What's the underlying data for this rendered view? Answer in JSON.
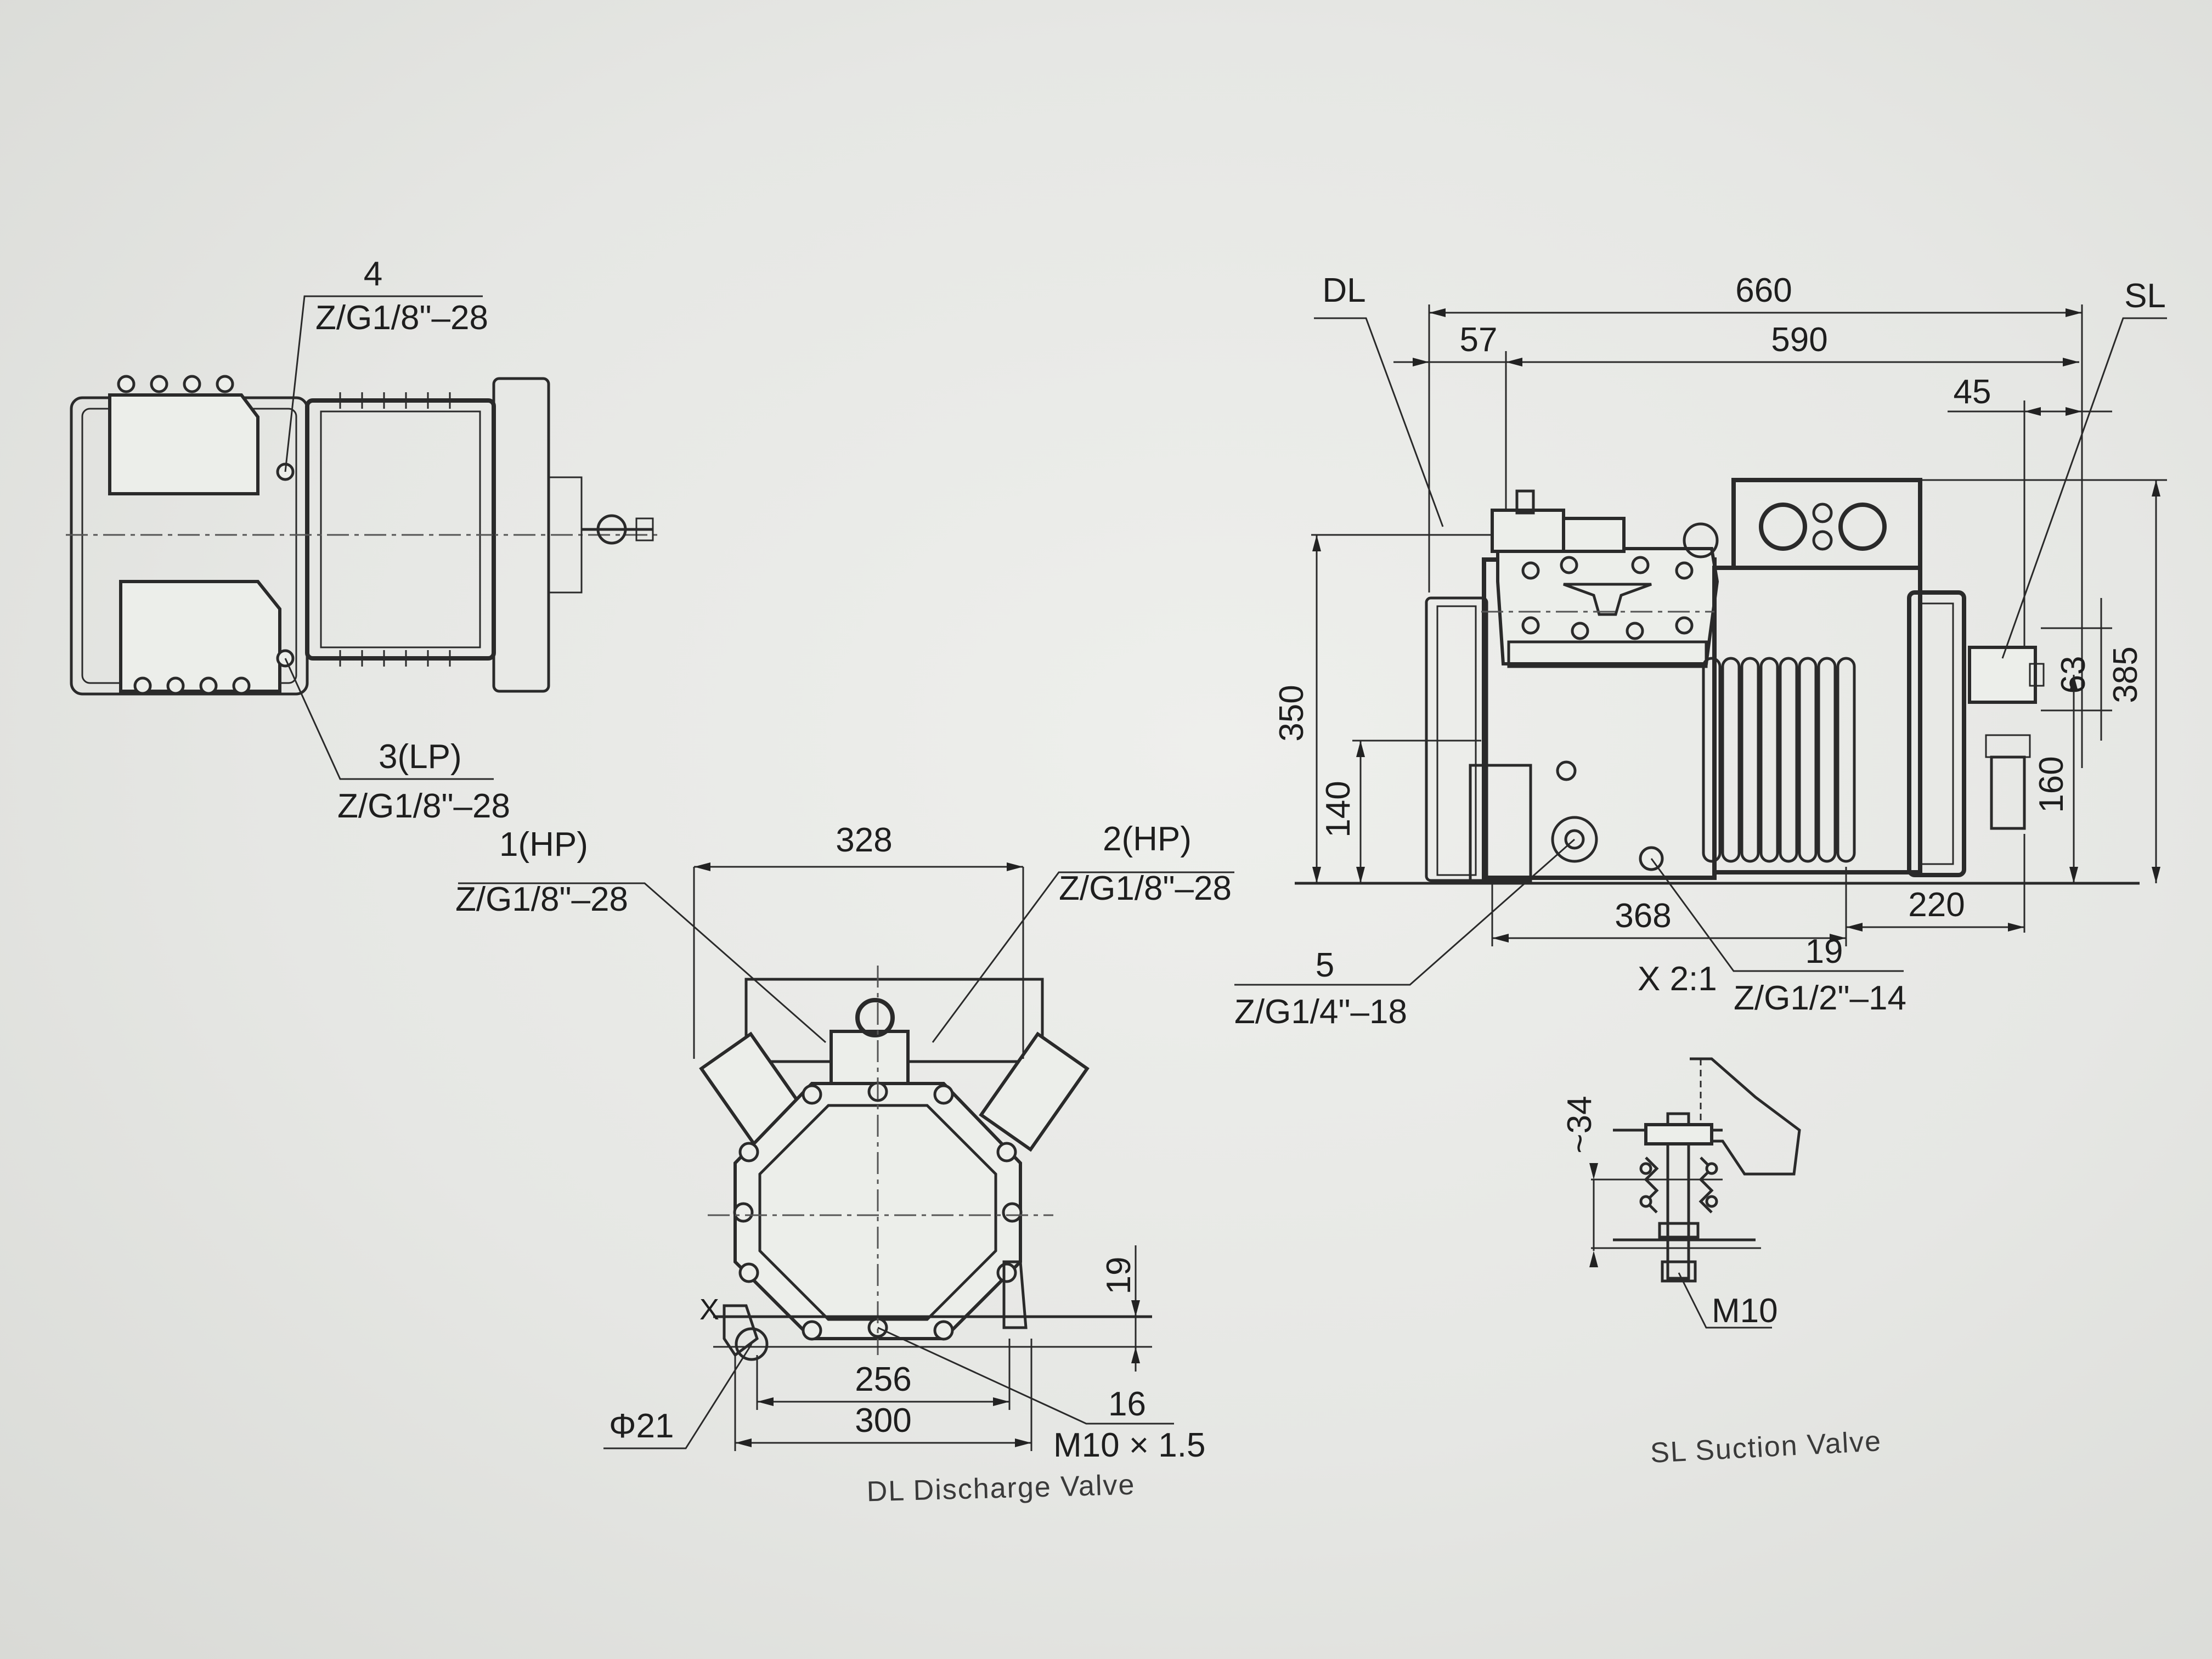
{
  "top_view": {
    "port4_num": "4",
    "port4_thread": "Z/G1/8\"–28",
    "port3_num": "3(LP)",
    "port3_thread": "Z/G1/8\"–28"
  },
  "front_view": {
    "port1_num": "1(HP)",
    "port1_thread": "Z/G1/8\"–28",
    "port2_num": "2(HP)",
    "port2_thread": "Z/G1/8\"–28",
    "dim_width": "328",
    "dim_19": "19",
    "dim_256": "256",
    "dim_300": "300",
    "dim_16": "16",
    "hole_dia": "Φ21",
    "bolt_thread": "M10 × 1.5",
    "detail_marker": "X",
    "caption": "DL Discharge Valve"
  },
  "side_view": {
    "dl_label": "DL",
    "sl_label": "SL",
    "dim_660": "660",
    "dim_590": "590",
    "dim_57": "57",
    "dim_45": "45",
    "dim_350": "350",
    "dim_140": "140",
    "dim_385": "385",
    "dim_63": "63",
    "dim_160": "160",
    "dim_368": "368",
    "dim_220": "220",
    "dim_19": "19",
    "port5_num": "5",
    "port5_thread": "Z/G1/4\"–18",
    "scale_label": "X 2:1",
    "port19_thread": "Z/G1/2\"–14"
  },
  "detail_view": {
    "dim_34": "~34",
    "bolt_label": "M10",
    "caption": "SL Suction Valve"
  }
}
